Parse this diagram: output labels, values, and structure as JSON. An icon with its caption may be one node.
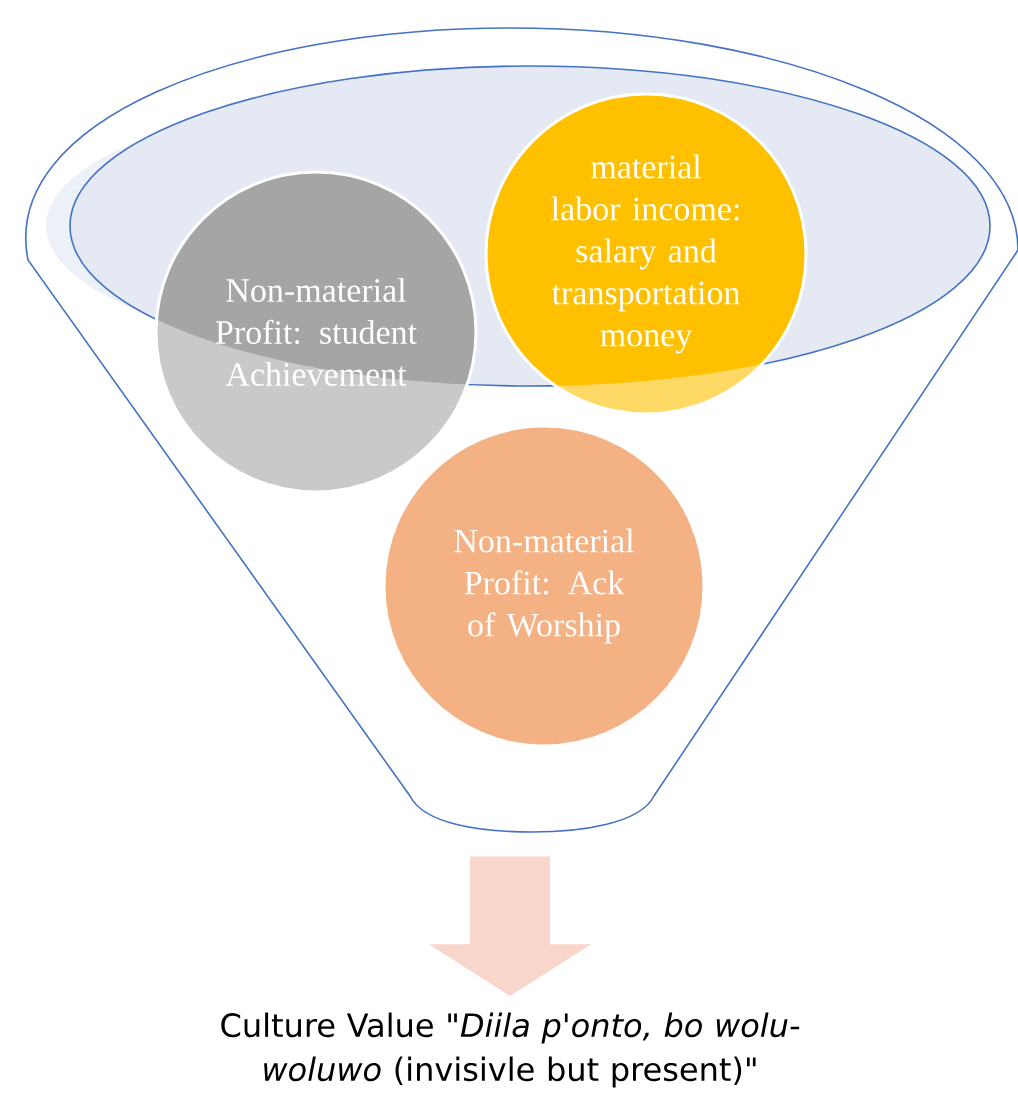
{
  "diagram": {
    "nodes": [
      {
        "text": [],
        "shape": "funnel"
      },
      {
        "text": [
          "Non-material Profit: student Achievement"
        ],
        "in": 0
      },
      {
        "text": [
          "material labor income: salary and transportation money"
        ],
        "in": 0
      },
      {
        "text": [
          "Non-material Profit: Ack of Worship"
        ],
        "in": 0
      },
      {
        "text": [
          "Culture Value \"*Diila p'onto, bo wolu-woluwo* (invisivle but present)\""
        ]
      }
    ],
    "edges": [
      {
        "from": 0,
        "to": 4,
        "arrow": "to"
      }
    ]
  }
}
